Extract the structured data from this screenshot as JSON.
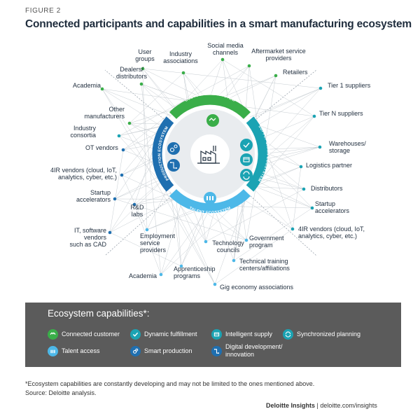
{
  "figure_label": "FIGURE 2",
  "title": "Connected participants and capabilities in a smart manufacturing ecosystem",
  "ring_labels": {
    "customer": "CUSTOMER ECOSYSTEM",
    "supply": "SUPPLY CHAIN ECOSYSTEM",
    "talent": "TALENT ECOSYSTEM",
    "production": "PRODUCTION ECOSYSTEM"
  },
  "participants": [
    "User groups",
    "Industry associations",
    "Social media channels",
    "Aftermarket service providers",
    "Dealers/ distributors",
    "Retailers",
    "Academia",
    "Tier 1 suppliers",
    "Other manufacturers",
    "Tier N suppliers",
    "Industry consortia",
    "Warehouses/ storage",
    "OT vendors",
    "Logistics partner",
    "4IR vendors (cloud, IoT, analytics, cyber, etc.)",
    "Distributors",
    "Startup accelerators",
    "Startup accelerators",
    "R&D labs",
    "IT, software vendors such as CAD",
    "4IR vendors (cloud, IoT, analytics, cyber, etc.)",
    "Employment service providers",
    "Technology councils",
    "Government program",
    "Technical training centers/affiliations",
    "Academia",
    "Apprenticeship programs",
    "Gig economy associations"
  ],
  "capabilities_title": "Ecosystem capabilities*:",
  "capabilities": [
    {
      "label": "Connected customer",
      "icon": "handshake-icon"
    },
    {
      "label": "Dynamic fulfillment",
      "icon": "check-icon"
    },
    {
      "label": "Intelligent supply",
      "icon": "box-icon"
    },
    {
      "label": "Synchronized planning",
      "icon": "sync-icon"
    },
    {
      "label": "Talent access",
      "icon": "people-icon"
    },
    {
      "label": "Smart production",
      "icon": "gears-icon"
    },
    {
      "label": "Digital development/ innovation",
      "icon": "digital-icon"
    }
  ],
  "footnote": "*Ecosystem capabilities are constantly developing and may not be limited to the ones mentioned above.",
  "source": "Source: Deloitte analysis.",
  "credit_brand": "Deloitte Insights",
  "credit_url": "deloitte.com/insights",
  "colors": {
    "green": "#3aae49",
    "teal": "#1ba3b3",
    "blue": "#1f6fb0",
    "lightblue": "#4db8e8",
    "dark": "#1f2d3d",
    "panel": "#5b5b5b"
  }
}
